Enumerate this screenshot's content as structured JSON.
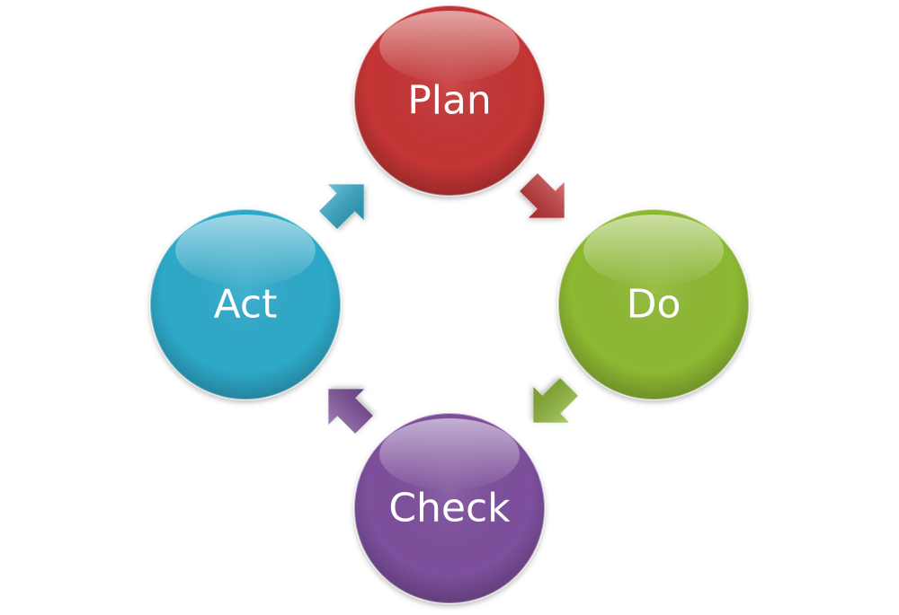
{
  "diagram": {
    "nodes": [
      {
        "id": "plan",
        "label": "Plan",
        "color": "#c43535"
      },
      {
        "id": "do",
        "label": "Do",
        "color": "#8db832"
      },
      {
        "id": "check",
        "label": "Check",
        "color": "#7d4f9c"
      },
      {
        "id": "act",
        "label": "Act",
        "color": "#2ea9c9"
      }
    ],
    "arrows": [
      {
        "id": "plan-to-do",
        "color": "#c43535"
      },
      {
        "id": "do-to-check",
        "color": "#8db832"
      },
      {
        "id": "check-to-act",
        "color": "#7d4f9c"
      },
      {
        "id": "act-to-plan",
        "color": "#2ea9c9"
      }
    ]
  }
}
